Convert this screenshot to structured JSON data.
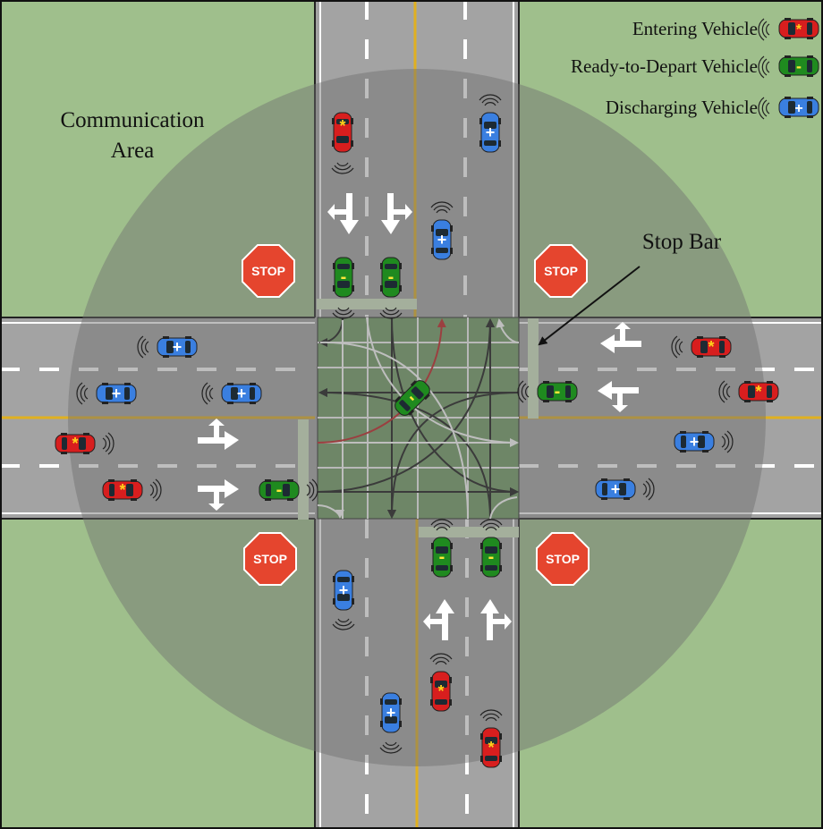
{
  "labels": {
    "communication_area_line1": "Communication",
    "communication_area_line2": "Area",
    "stop_bar": "Stop Bar",
    "stop_sign_text": "STOP"
  },
  "legend": {
    "entering": "Entering Vehicle",
    "ready": "Ready-to-Depart Vehicle",
    "discharging": "Discharging Vehicle"
  },
  "vehicle_types": {
    "entering": {
      "color": "#d81e1e",
      "symbol": "*",
      "symbol_color": "#ffd21a"
    },
    "ready": {
      "color": "#1f8a1f",
      "symbol": "-",
      "symbol_color": "#ffe63a"
    },
    "discharging": {
      "color": "#3a7fe0",
      "symbol": "+",
      "symbol_color": "#ffffff"
    }
  },
  "colors": {
    "grass": "#9fbf8c",
    "road": "#a3a3a3",
    "intersection": "#6e9a62",
    "comm_area": "rgba(110,110,110,0.45)",
    "stop_bar": "#cfe3c1",
    "stop_sign": "#e5452e",
    "centerline": "#e0b020",
    "red_path": "#c0191a"
  }
}
